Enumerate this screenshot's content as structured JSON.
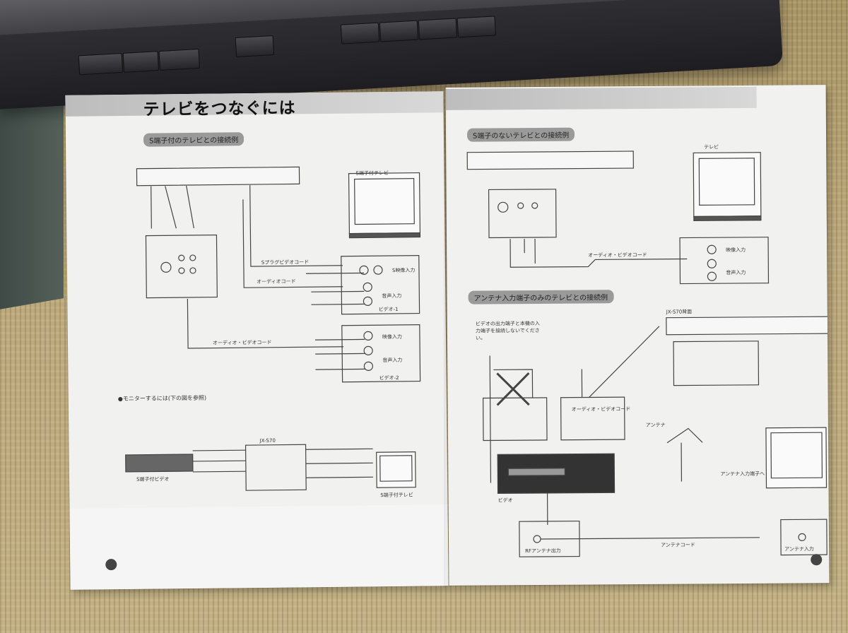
{
  "manual": {
    "title": "テレビをつなぐには",
    "sections": {
      "s_terminal_tv": "S端子付のテレビとの接続例",
      "no_s_terminal_tv": "S端子のないテレビとの接続例",
      "antenna_only_tv": "アンテナ入力端子のみのテレビとの接続例"
    },
    "left_page": {
      "s_cord": "Sプラグビデオコード",
      "audio_cord": "オーディオコード",
      "av_cord": "オーディオ・ビデオコード",
      "tv_label": "S端子付テレビ",
      "in_s_video": "S映像入力",
      "in_audio": "音声入力",
      "in_video": "映像入力",
      "video1": "ビデオ-1",
      "video2": "ビデオ-2",
      "monitor_note": "●モニターするには(下の図を参照)",
      "device_name": "JX-S70",
      "deck_label": "S端子付ビデオ",
      "tv_small_label": "S端子付テレビ"
    },
    "right_page": {
      "tv_label": "テレビ",
      "av_cord": "オーディオ・ビデオコード",
      "in_video": "映像入力",
      "in_audio": "音声入力",
      "antenna": "アンテナ",
      "antenna_in": "アンテナ入力端子へ",
      "vcr_label": "ビデオ",
      "rf_out": "RFアンテナ出力",
      "antenna_cord": "アンテナコード",
      "antenna_input": "アンテナ入力",
      "note_vcr": "ビデオの出力端子と本機の入力端子を接続しないでください。",
      "device_name": "JX-S70背面"
    },
    "colors": {
      "paper": "#f1f1ef",
      "ink": "#333333",
      "banner": "#bdbdbd",
      "tatami": "#b9a77e",
      "device": "#2b2b2f"
    }
  }
}
